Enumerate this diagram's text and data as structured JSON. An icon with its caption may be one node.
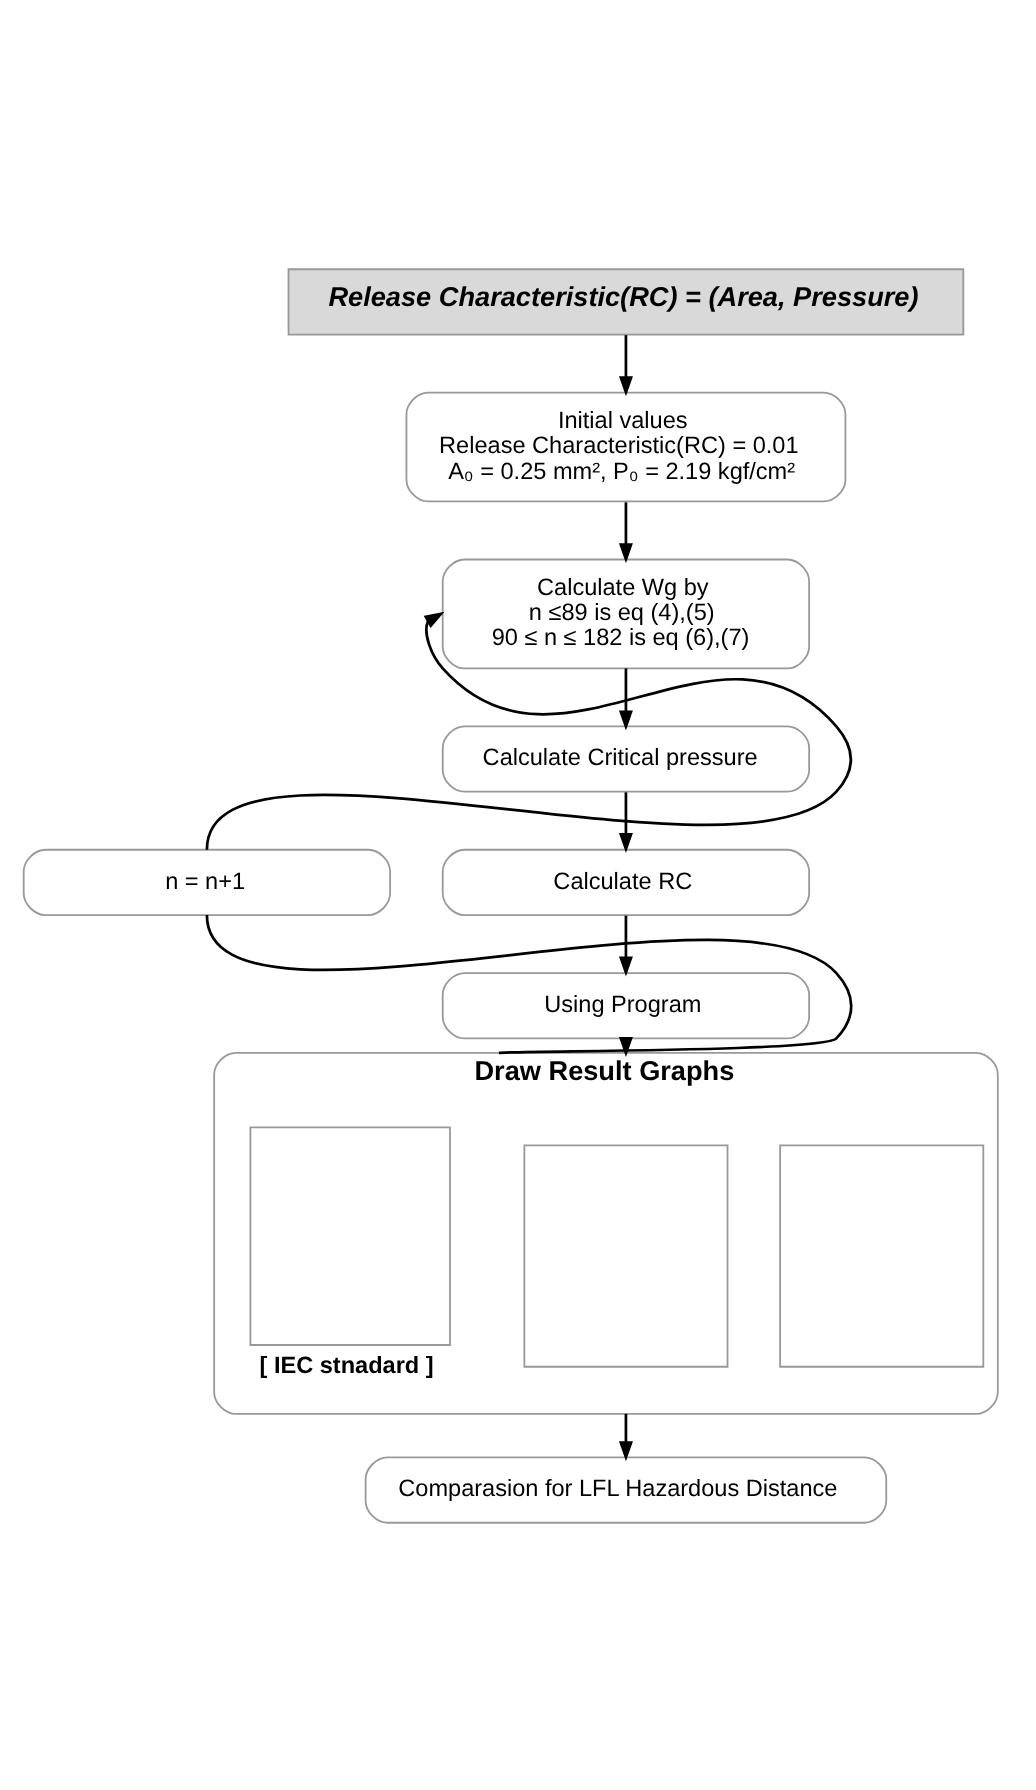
{
  "diagram": {
    "nodes": [
      {
        "text": [
          "Release Characteristic(RC) = (Area, Pressure)"
        ]
      },
      {
        "text": [
          "Initial values",
          "Release Characteristic(RC) = 0.01",
          "A₀ = 0.25 mm², P₀ = 2.19 kgf/cm²"
        ]
      },
      {
        "text": [
          "Calculate Wg by",
          "n ≤89 is eq (4),(5)",
          "90 ≤ n ≤ 182 is eq (6),(7)"
        ]
      },
      {
        "text": [
          "Calculate Critical pressure"
        ]
      },
      {
        "text": [
          "Calculate RC"
        ]
      },
      {
        "text": [
          "Using Program"
        ]
      },
      {
        "text": [
          "Draw Result Graphs"
        ]
      },
      {
        "text": [],
        "shape": "box",
        "in": 6,
        "beside": [
          "[ IEC stnadard ]"
        ]
      },
      {
        "text": [],
        "shape": "box",
        "in": 6
      },
      {
        "text": [],
        "shape": "box",
        "in": 6
      },
      {
        "text": [
          "Comparasion for LFL Hazardous Distance"
        ]
      },
      {
        "text": [
          "n = n+1"
        ]
      }
    ],
    "edges": [
      {
        "from": 0,
        "to": 1,
        "arrow": "to"
      },
      {
        "from": 1,
        "to": 2,
        "arrow": "to"
      },
      {
        "from": 2,
        "to": 3,
        "arrow": "to"
      },
      {
        "from": 3,
        "to": 4,
        "arrow": "to"
      },
      {
        "from": 4,
        "to": 5,
        "arrow": "to"
      },
      {
        "from": 5,
        "to": 6,
        "arrow": "to"
      },
      {
        "from": 6,
        "to": 10,
        "arrow": "to"
      },
      {
        "from": 6,
        "to": 11,
        "arrow": "none"
      },
      {
        "from": 11,
        "to": 2,
        "arrow": "to"
      }
    ]
  }
}
